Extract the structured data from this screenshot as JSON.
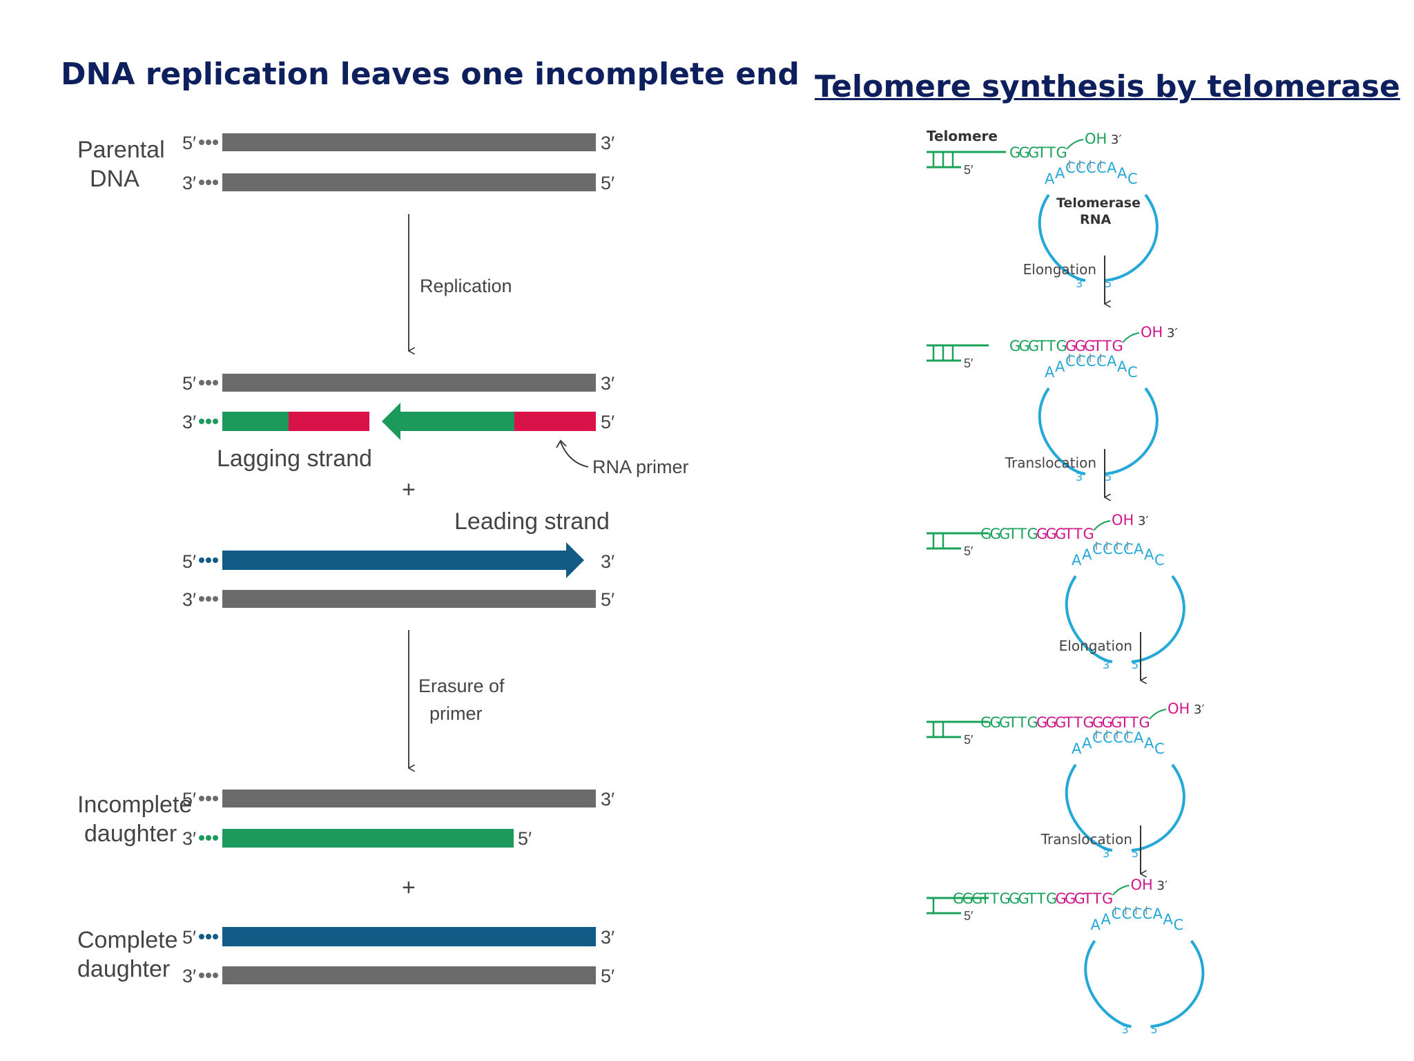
{
  "left_panel": {
    "title": "DNA replication leaves one incomplete end",
    "labels": {
      "parental_dna": [
        "Parental",
        "DNA"
      ],
      "replication": "Replication",
      "lagging_strand": "Lagging strand",
      "rna_primer": "RNA primer",
      "plus": "+",
      "leading_strand": "Leading strand",
      "erasure": [
        "Erasure of",
        "primer"
      ],
      "incomplete_daughter": [
        "Incomplete",
        "daughter"
      ],
      "complete_daughter": [
        "Complete",
        "daughter"
      ]
    },
    "end_marks": {
      "five_prime": "5′",
      "three_prime": "3′"
    },
    "colors": {
      "parental": "#6b6b6b",
      "lagging": "#1c9a5c",
      "primer": "#d9124a",
      "leading": "#135b87"
    }
  },
  "right_panel": {
    "title": "Telomere synthesis by telomerase",
    "labels": {
      "telomere": "Telomere",
      "telomerase_rna": [
        "Telomerase",
        "RNA"
      ],
      "elongation": "Elongation",
      "translocation": "Translocation",
      "oh": "OH",
      "three_prime": "3′",
      "five_prime": "5′"
    },
    "template_rna": [
      "A",
      "A",
      "C",
      "C",
      "C",
      "C",
      "A",
      "A",
      "C"
    ],
    "stages": [
      {
        "telomere_dna": "GGGTTG",
        "new_dna": ""
      },
      {
        "telomere_dna": "GGGTTG",
        "new_dna": "GGGTTG"
      },
      {
        "telomere_dna": "GGGTTGGGGTTG",
        "new_dna": ""
      },
      {
        "telomere_dna": "GGGTTGGGGTTG",
        "new_dna": "GGGTTG"
      },
      {
        "telomere_dna": "GGGTTGGGTTGGGGTTG",
        "new_dna": ""
      }
    ],
    "colors": {
      "dna": "#1aa25a",
      "new_dna": "#d0178a",
      "rna": "#23a8d8"
    }
  }
}
